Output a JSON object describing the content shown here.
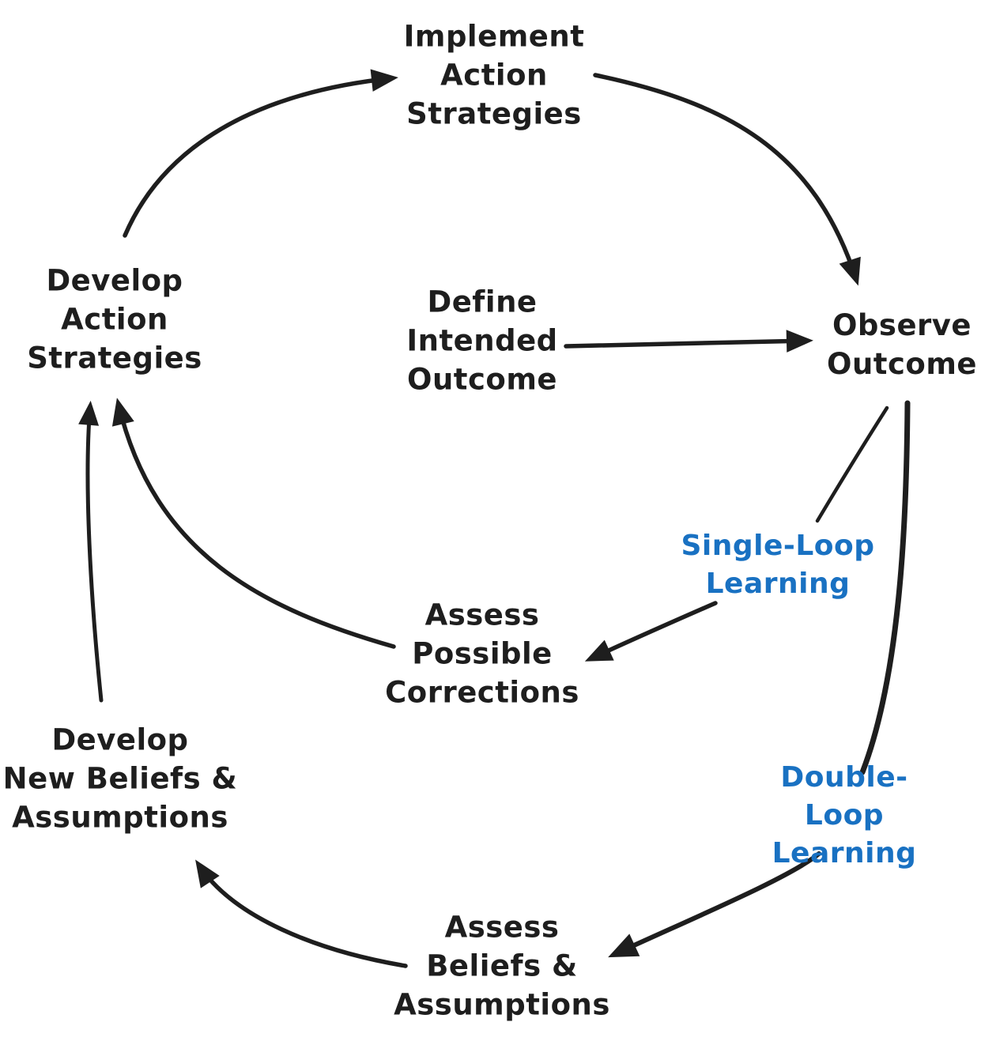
{
  "canvas": {
    "background": "#ffffff",
    "ink_color": "#1e1e1e",
    "accent_color": "#1971c2"
  },
  "nodes": {
    "implement_action_strategies": {
      "text": "Implement\nAction\nStrategies"
    },
    "develop_action_strategies": {
      "text": "Develop\nAction\nStrategies"
    },
    "define_intended_outcome": {
      "text": "Define\nIntended\nOutcome"
    },
    "observe_outcome": {
      "text": "Observe\nOutcome"
    },
    "assess_possible_corrections": {
      "text": "Assess\nPossible\nCorrections"
    },
    "develop_new_beliefs": {
      "text": "Develop\nNew Beliefs &\nAssumptions"
    },
    "assess_beliefs": {
      "text": "Assess\nBeliefs &\nAssumptions"
    }
  },
  "loop_labels": {
    "single_loop": {
      "text": "Single-Loop\nLearning",
      "color": "#1971c2"
    },
    "double_loop": {
      "text": "Double-Loop\nLearning",
      "color": "#1971c2"
    }
  },
  "edges": [
    {
      "from": "develop_action_strategies",
      "to": "implement_action_strategies",
      "style": "curved-arrow"
    },
    {
      "from": "implement_action_strategies",
      "to": "observe_outcome",
      "style": "curved-arrow"
    },
    {
      "from": "define_intended_outcome",
      "to": "observe_outcome",
      "style": "straight-arrow"
    },
    {
      "from": "observe_outcome",
      "to": "assess_possible_corrections",
      "style": "curved-arrow",
      "label": "single_loop"
    },
    {
      "from": "assess_possible_corrections",
      "to": "develop_action_strategies",
      "style": "curved-arrow"
    },
    {
      "from": "observe_outcome",
      "to": "assess_beliefs",
      "style": "curved-arrow",
      "label": "double_loop"
    },
    {
      "from": "assess_beliefs",
      "to": "develop_new_beliefs",
      "style": "curved-arrow"
    },
    {
      "from": "develop_new_beliefs",
      "to": "develop_action_strategies",
      "style": "straight-arrow"
    }
  ]
}
